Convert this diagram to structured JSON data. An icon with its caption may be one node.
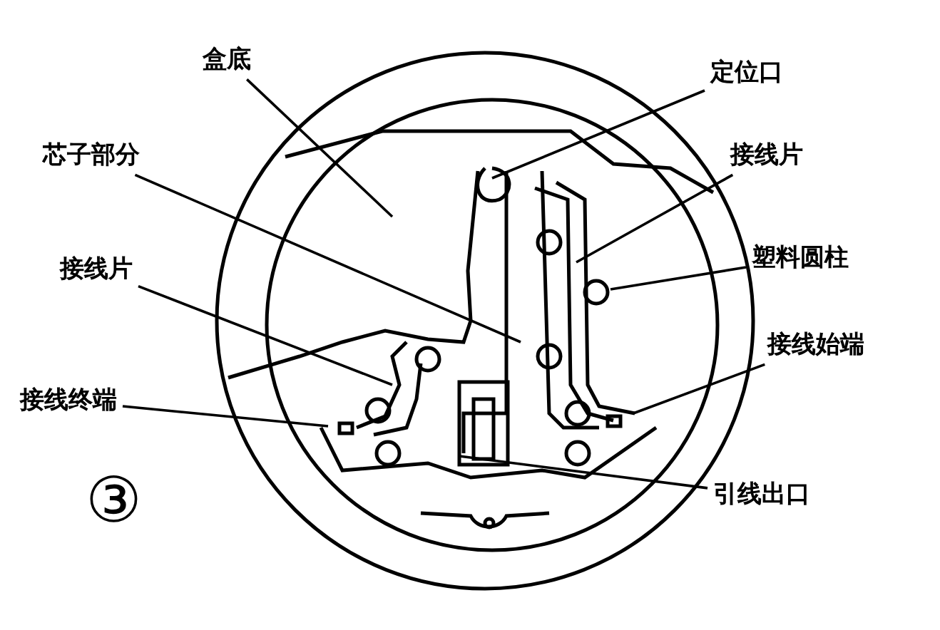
{
  "diagram": {
    "nodes": [
      {
        "text": [
          "盒底"
        ]
      },
      {
        "text": [
          "芯子部分"
        ]
      },
      {
        "text": [
          "接线片"
        ]
      },
      {
        "text": [
          "接线终端"
        ]
      },
      {
        "text": [
          "定位口"
        ]
      },
      {
        "text": [
          "接线片"
        ]
      },
      {
        "text": [
          "塑料圆柱"
        ]
      },
      {
        "text": [
          "接线始端"
        ]
      },
      {
        "text": [
          "引线出口"
        ]
      }
    ],
    "edges": [
      {
        "from": 0,
        "to": null,
        "arrow": "none"
      },
      {
        "from": 1,
        "to": null,
        "arrow": "none"
      },
      {
        "from": 2,
        "to": null,
        "arrow": "none"
      },
      {
        "from": 3,
        "to": null,
        "arrow": "none"
      },
      {
        "from": 4,
        "to": null,
        "arrow": "none"
      },
      {
        "from": 5,
        "to": null,
        "arrow": "none"
      },
      {
        "from": 6,
        "to": null,
        "arrow": "none"
      },
      {
        "from": 7,
        "to": null,
        "arrow": "none"
      },
      {
        "from": 8,
        "to": null,
        "arrow": "none"
      }
    ],
    "labels": [
      "③"
    ]
  }
}
